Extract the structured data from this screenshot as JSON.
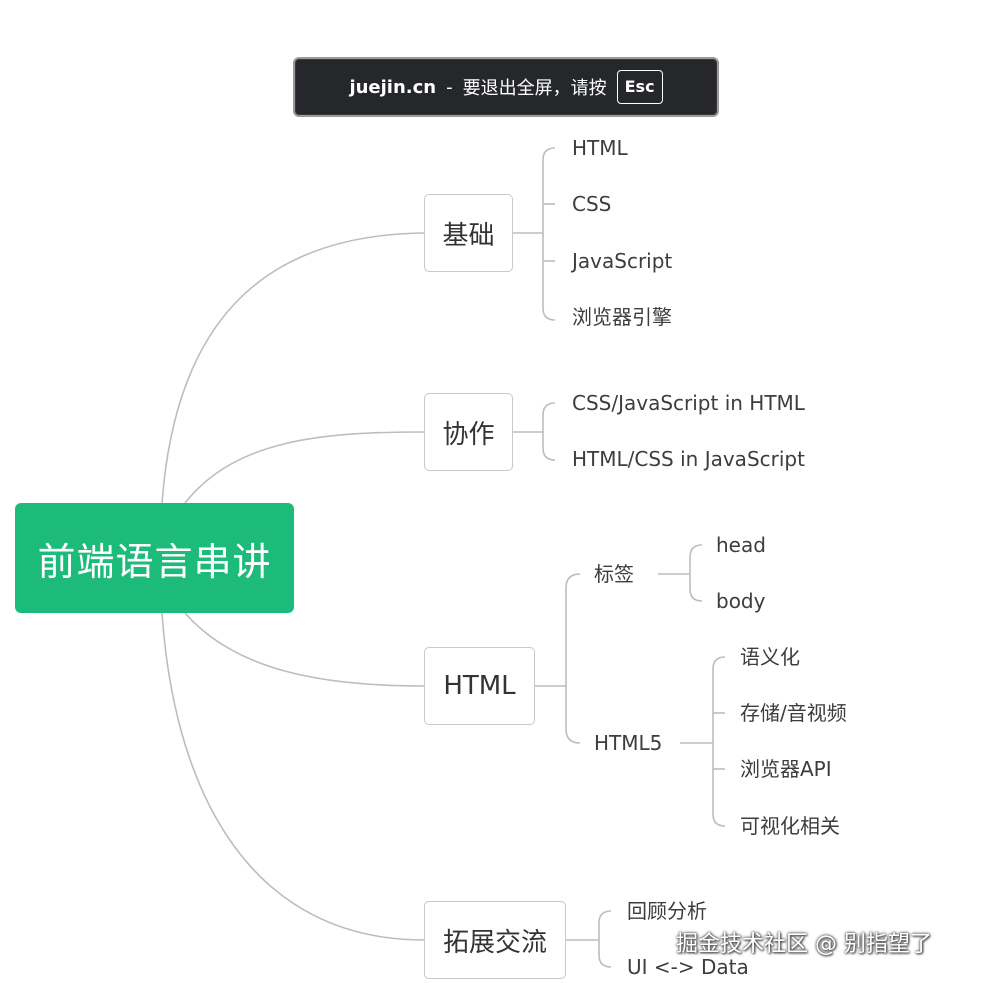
{
  "banner": {
    "site": "juejin.cn",
    "separator": "-",
    "message": "要退出全屏，请按",
    "key": "Esc"
  },
  "root": "前端语言串讲",
  "branches": {
    "basics": {
      "label": "基础",
      "items": [
        "HTML",
        "CSS",
        "JavaScript",
        "浏览器引擎"
      ]
    },
    "collab": {
      "label": "协作",
      "items": [
        "CSS/JavaScript in HTML",
        "HTML/CSS in JavaScript"
      ]
    },
    "html": {
      "label": "HTML",
      "tags": {
        "label": "标签",
        "items": [
          "head",
          "body"
        ]
      },
      "html5": {
        "label": "HTML5",
        "items": [
          "语义化",
          "存储/音视频",
          "浏览器API",
          "可视化相关"
        ]
      }
    },
    "expand": {
      "label": "拓展交流",
      "items": [
        "回顾分析",
        "UI <-> Data"
      ]
    }
  },
  "watermark": "掘金技术社区 @ 别指望了"
}
